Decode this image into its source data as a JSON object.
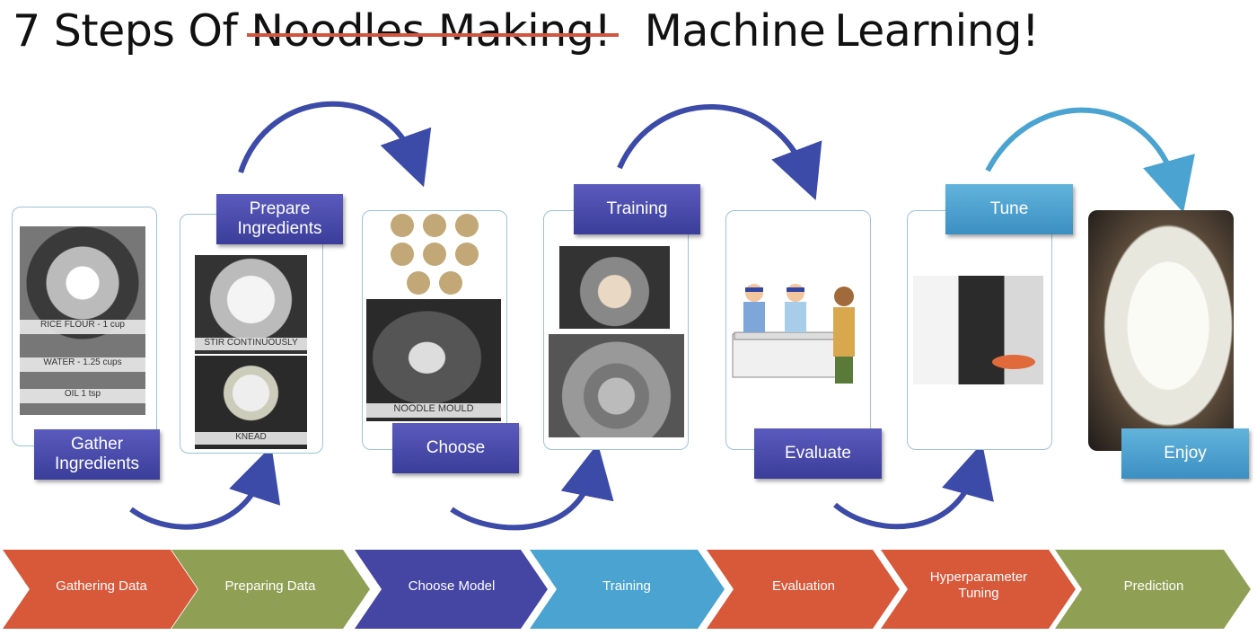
{
  "title": {
    "prefix": "7 Steps Of",
    "struck": "Noodles Making!",
    "replacement_a": "Machine",
    "replacement_b": "Learning!"
  },
  "noodle_steps": [
    {
      "label": "Gather\nIngredients",
      "color": "#4a4aae"
    },
    {
      "label": "Prepare\nIngredients",
      "color": "#4a4aae"
    },
    {
      "label": "Choose",
      "color": "#4a4aae"
    },
    {
      "label": "Training",
      "color": "#4a4aae"
    },
    {
      "label": "Evaluate",
      "color": "#4a4aae"
    },
    {
      "label": "Tune",
      "color": "#4b9fd0"
    },
    {
      "label": "Enjoy",
      "color": "#4b9fd0"
    }
  ],
  "photo_captions": {
    "rice_flour": "RICE FLOUR - 1 cup",
    "water": "WATER - 1.25 cups",
    "oil": "OIL 1 tsp",
    "stir": "STIR CONTINUOUSLY",
    "knead": "KNEAD",
    "mould": "NOODLE MOULD"
  },
  "ml_steps": [
    {
      "label": "Gathering Data",
      "color": "#d8583a"
    },
    {
      "label": "Preparing Data",
      "color": "#8fa055"
    },
    {
      "label": "Choose Model",
      "color": "#4545a4"
    },
    {
      "label": "Training",
      "color": "#4aa3d0"
    },
    {
      "label": "Evaluation",
      "color": "#d8583a"
    },
    {
      "label": "Hyperparameter\nTuning",
      "color": "#d8583a"
    },
    {
      "label": "Prediction",
      "color": "#8fa055"
    }
  ],
  "colors": {
    "strike": "#d2563f",
    "card_border": "#9cc3d6",
    "arrow_blue": "#3c4aa8",
    "arrow_light": "#4aa3d0"
  }
}
